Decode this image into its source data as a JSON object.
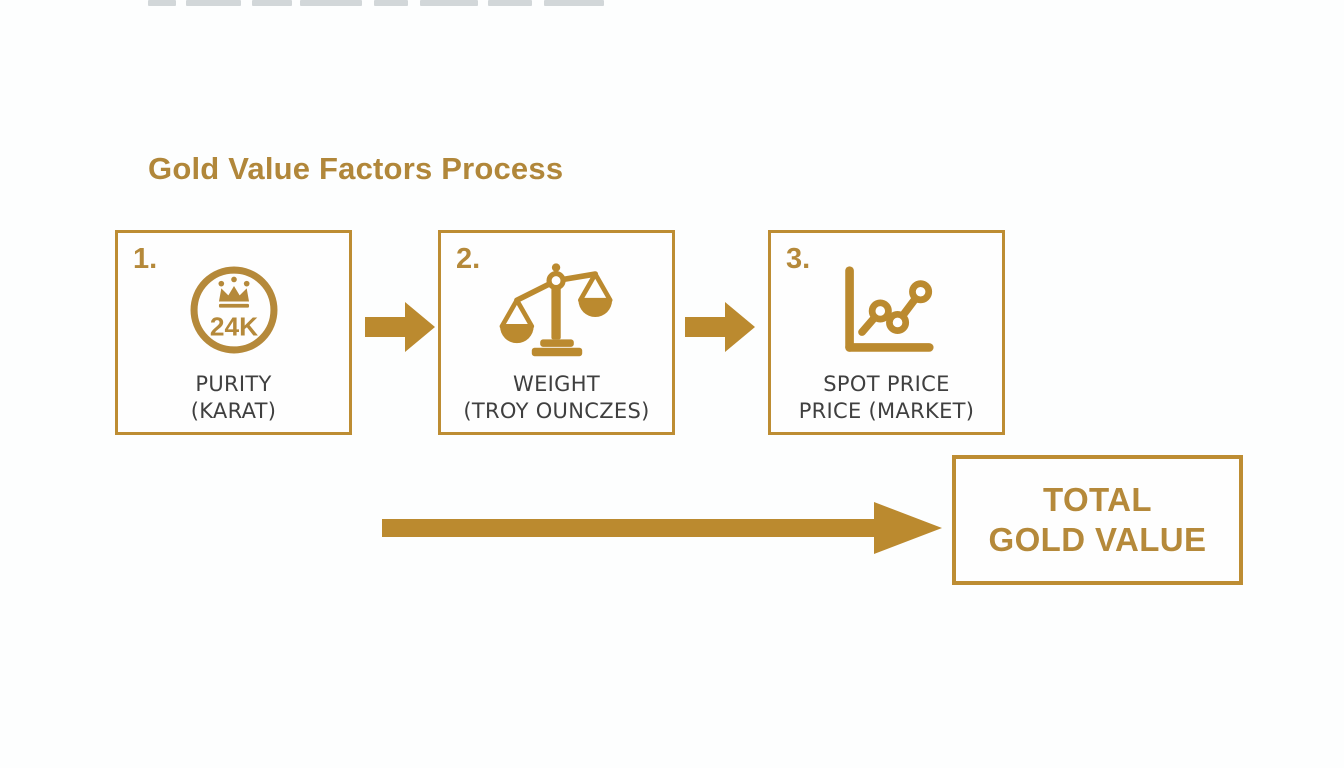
{
  "title": "Gold Value Factors Process",
  "colors": {
    "gold": "#BB8B31",
    "box_border_gold": "#BD8D33",
    "label_gray": "#3F3F3F",
    "background": "#FDFEFE"
  },
  "steps": [
    {
      "number": "1.",
      "icon": "purity-24k-badge-icon",
      "badge_text": "24K",
      "label_line1": "PURITY",
      "label_line2": "(KARAT)"
    },
    {
      "number": "2.",
      "icon": "balance-scale-icon",
      "label_line1": "WEIGHT",
      "label_line2": "(TROY OUNCZES)"
    },
    {
      "number": "3.",
      "icon": "price-chart-icon",
      "label_line1": "SPOT PRICE",
      "label_line2": "PRICE (MARKET)"
    }
  ],
  "total": {
    "label_line1": "TOTAL",
    "label_line2": "GOLD VALUE"
  }
}
